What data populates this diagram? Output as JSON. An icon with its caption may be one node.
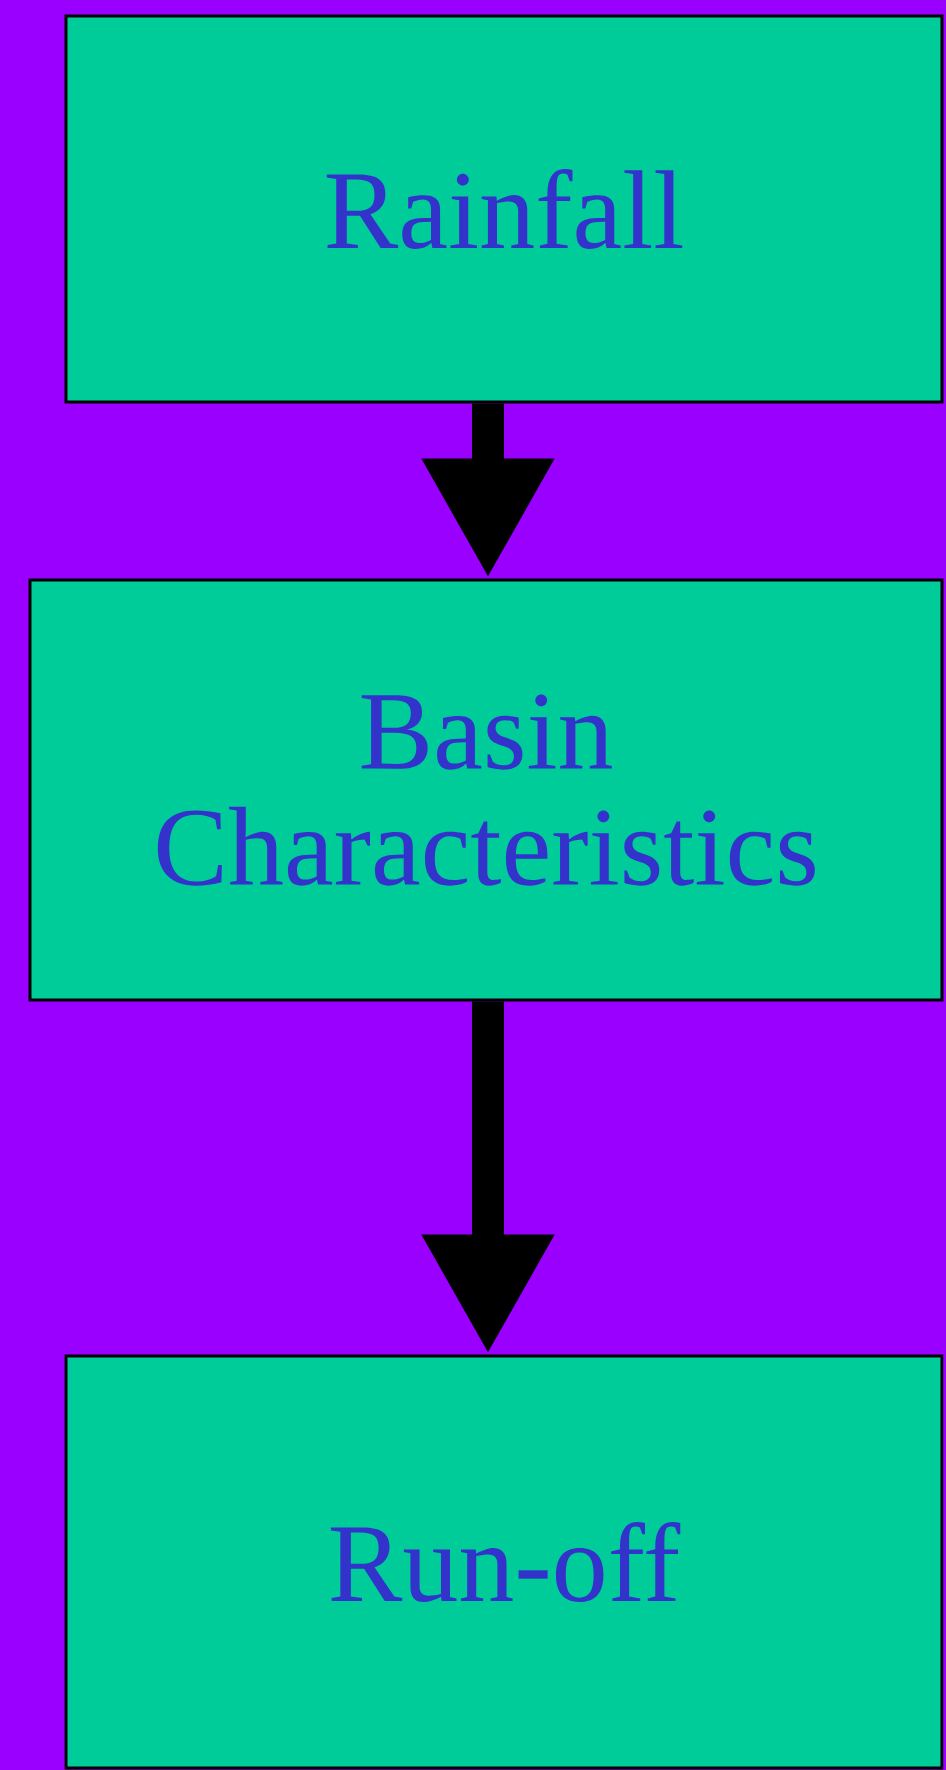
{
  "diagram": {
    "nodes": [
      {
        "text": [
          "Rainfall"
        ]
      },
      {
        "text": [
          "Basin Characteristics"
        ]
      },
      {
        "text": [
          "Run-off"
        ]
      }
    ],
    "edges": [
      {
        "from": 0,
        "to": 1,
        "arrow": "to"
      },
      {
        "from": 1,
        "to": 2,
        "arrow": "to"
      }
    ]
  }
}
